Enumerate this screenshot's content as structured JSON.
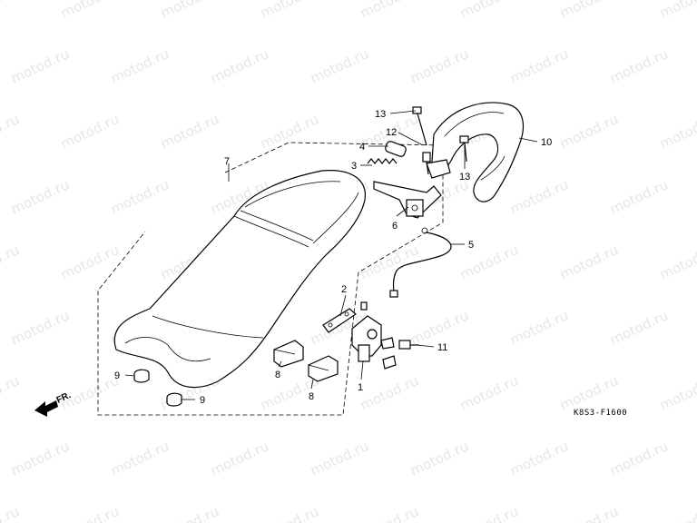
{
  "watermark": "motod.ru",
  "diagram_code": "K8S3-F1600",
  "front_indicator": "FR.",
  "callouts": [
    {
      "id": "c1",
      "text": "1"
    },
    {
      "id": "c2",
      "text": "2"
    },
    {
      "id": "c3",
      "text": "3"
    },
    {
      "id": "c4",
      "text": "4"
    },
    {
      "id": "c5",
      "text": "5"
    },
    {
      "id": "c6",
      "text": "6"
    },
    {
      "id": "c7",
      "text": "7"
    },
    {
      "id": "c8a",
      "text": "8"
    },
    {
      "id": "c8b",
      "text": "8"
    },
    {
      "id": "c9a",
      "text": "9"
    },
    {
      "id": "c9b",
      "text": "9"
    },
    {
      "id": "c10",
      "text": "10"
    },
    {
      "id": "c11",
      "text": "11"
    },
    {
      "id": "c12",
      "text": "12"
    },
    {
      "id": "c13a",
      "text": "13"
    },
    {
      "id": "c13b",
      "text": "13"
    }
  ]
}
